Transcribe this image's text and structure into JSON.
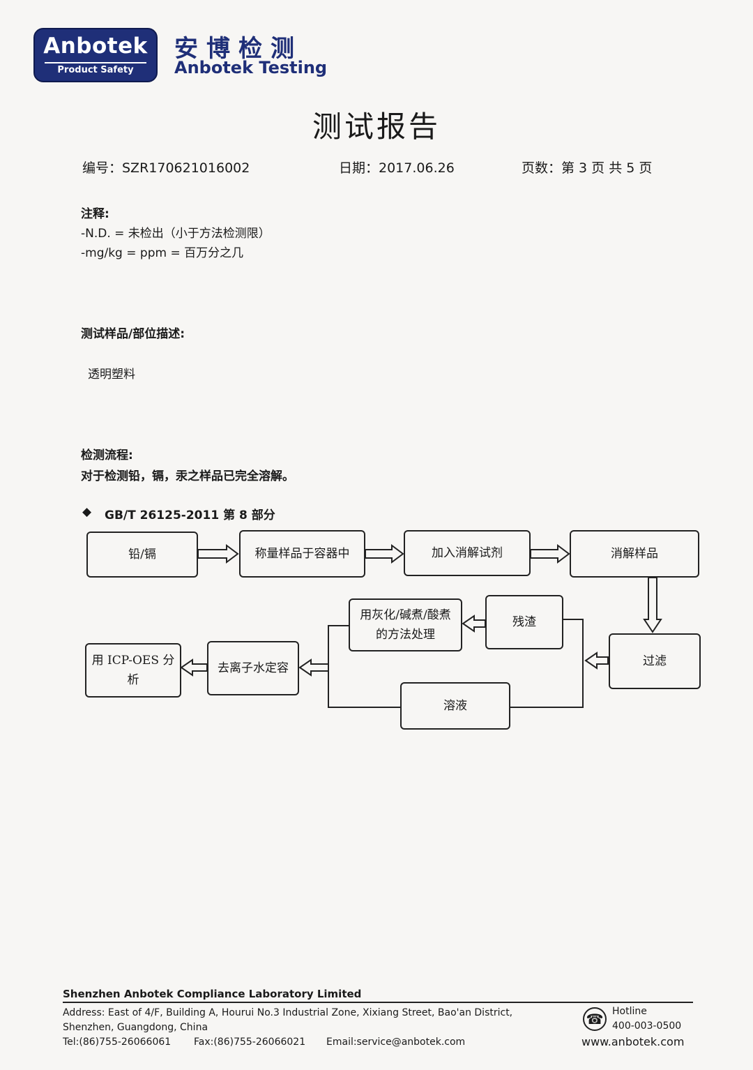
{
  "logo": {
    "brand": "Anbotek",
    "tagline": "Product Safety",
    "cn_name": "安博检测",
    "en_name": "Anbotek Testing"
  },
  "title": "测试报告",
  "meta": {
    "number": "编号：SZR170621016002",
    "date": "日期：2017.06.26",
    "pages": "页数：第 3 页 共 5 页"
  },
  "notes": {
    "heading": "注释:",
    "lines": [
      "-N.D. = 未检出（小于方法检测限）",
      "-mg/kg = ppm = 百万分之几"
    ]
  },
  "sample": {
    "heading": "测试样品/部位描述:",
    "value": "透明塑料"
  },
  "procedure": {
    "heading": "检测流程:",
    "text": "对于检测铅，镉，汞之样品已完全溶解。",
    "standard": "GB/T 26125-2011 第 8 部分",
    "bullet": "◆"
  },
  "flow": {
    "lead_cd": "铅/镉",
    "weigh": "称量样品于容器中",
    "add_reagent": "加入消解试剂",
    "digest": "消解样品",
    "filter": "过滤",
    "residue": "残渣",
    "ash_treat": "用灰化/碱煮/酸煮的方法处理",
    "solution": "溶液",
    "dilute": "去离子水定容",
    "analyze": "用 ICP-OES 分析"
  },
  "footer": {
    "company": "Shenzhen Anbotek Compliance Laboratory Limited",
    "address_1": "Address: East of 4/F, Building A, Hourui No.3 Industrial Zone, Xixiang Street, Bao'an District,",
    "address_2": "Shenzhen, Guangdong, China",
    "tel": "Tel:(86)755-26066061",
    "fax": "Fax:(86)755-26066021",
    "email": "Email:service@anbotek.com",
    "hotline_label": "Hotline",
    "hotline_number": "400-003-0500",
    "website": "www.anbotek.com"
  }
}
